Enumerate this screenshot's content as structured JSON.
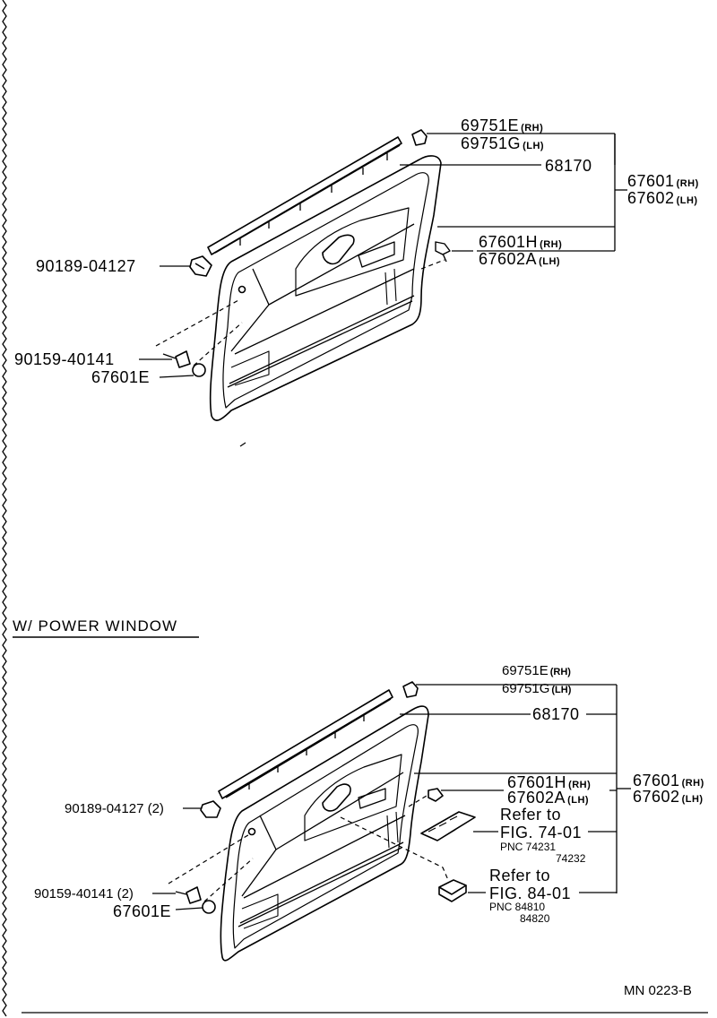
{
  "section_title": "W/ POWER WINDOW",
  "figure_code": "MN 0223-B",
  "top_diagram": {
    "weatherstrip_clip_rh": "69751E",
    "weatherstrip_clip_rh_side": "(RH)",
    "weatherstrip_clip_lh": "69751G",
    "weatherstrip_clip_lh_side": "(LH)",
    "weatherstrip": "68170",
    "panel_rh": "67601",
    "panel_rh_side": "(RH)",
    "panel_lh": "67602",
    "panel_lh_side": "(LH)",
    "clip_rh": "67601H",
    "clip_rh_side": "(RH)",
    "clip_lh": "67602A",
    "clip_lh_side": "(LH)",
    "nut": "90189-04127",
    "screw": "90159-40141",
    "cap": "67601E"
  },
  "bottom_diagram": {
    "weatherstrip_clip_rh": "69751E",
    "weatherstrip_clip_rh_side": "(RH)",
    "weatherstrip_clip_lh": "69751G",
    "weatherstrip_clip_lh_side": "(LH)",
    "weatherstrip": "68170",
    "clip_rh": "67601H",
    "clip_rh_side": "(RH)",
    "clip_lh": "67602A",
    "clip_lh_side": "(LH)",
    "panel_rh": "67601",
    "panel_rh_side": "(RH)",
    "panel_lh": "67602",
    "panel_lh_side": "(LH)",
    "nut": "90189-04127 (2)",
    "screw": "90159-40141 (2)",
    "cap": "67601E",
    "refer1_line1": "Refer to",
    "refer1_line2": "FIG. 74-01",
    "refer1_pnc_a": "PNC 74231",
    "refer1_pnc_b": "74232",
    "refer2_line1": "Refer to",
    "refer2_line2": "FIG. 84-01",
    "refer2_pnc_a": "PNC 84810",
    "refer2_pnc_b": "84820"
  }
}
